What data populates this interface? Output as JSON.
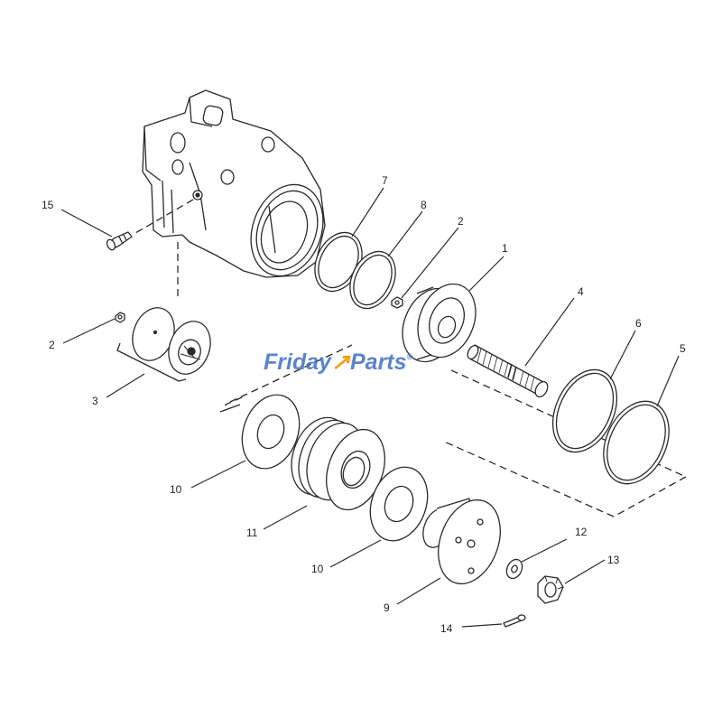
{
  "diagram": {
    "watermark": {
      "part1": "Friday",
      "part2": "Parts",
      "reg": "®",
      "color_primary": "#3f6fc0",
      "color_accent": "#f0a020"
    },
    "callouts": [
      {
        "id": "c15",
        "number": "15"
      },
      {
        "id": "c7",
        "number": "7"
      },
      {
        "id": "c8",
        "number": "8"
      },
      {
        "id": "c2a",
        "number": "2"
      },
      {
        "id": "c1",
        "number": "1"
      },
      {
        "id": "c4",
        "number": "4"
      },
      {
        "id": "c6",
        "number": "6"
      },
      {
        "id": "c5",
        "number": "5"
      },
      {
        "id": "c2b",
        "number": "2"
      },
      {
        "id": "c3",
        "number": "3"
      },
      {
        "id": "c10a",
        "number": "10"
      },
      {
        "id": "c11",
        "number": "11"
      },
      {
        "id": "c10b",
        "number": "10"
      },
      {
        "id": "c9",
        "number": "9"
      },
      {
        "id": "c12",
        "number": "12"
      },
      {
        "id": "c13",
        "number": "13"
      },
      {
        "id": "c14",
        "number": "14"
      }
    ],
    "line_color": "#2a2a2a",
    "part_fill": "#ffffff"
  }
}
